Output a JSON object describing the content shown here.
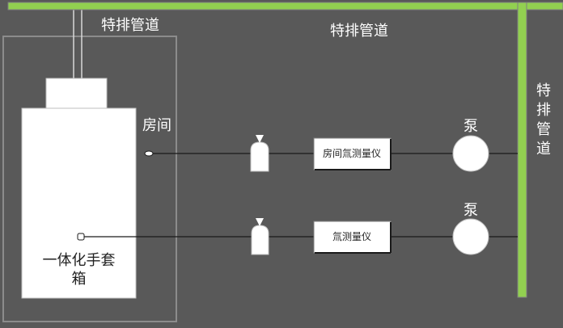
{
  "labels": {
    "pipe_top_left": "特排管道",
    "pipe_top_center": "特排管道",
    "pipe_right": [
      "特",
      "排",
      "管",
      "道"
    ],
    "room": "房间",
    "glovebox": [
      "一体化手套",
      "箱"
    ],
    "pump_top": "泵",
    "pump_bottom": "泵",
    "meter_top": "房间氚测量仪",
    "meter_bottom": "氚测量仪"
  },
  "colors": {
    "background": "#595959",
    "pipe_fill": "#92d050",
    "pipe_border": "#7f7f7f",
    "component_fill": "#ffffff",
    "line": "#1a1a1a"
  },
  "icons": {
    "pump": "circle",
    "filter": "bottle-shape"
  }
}
